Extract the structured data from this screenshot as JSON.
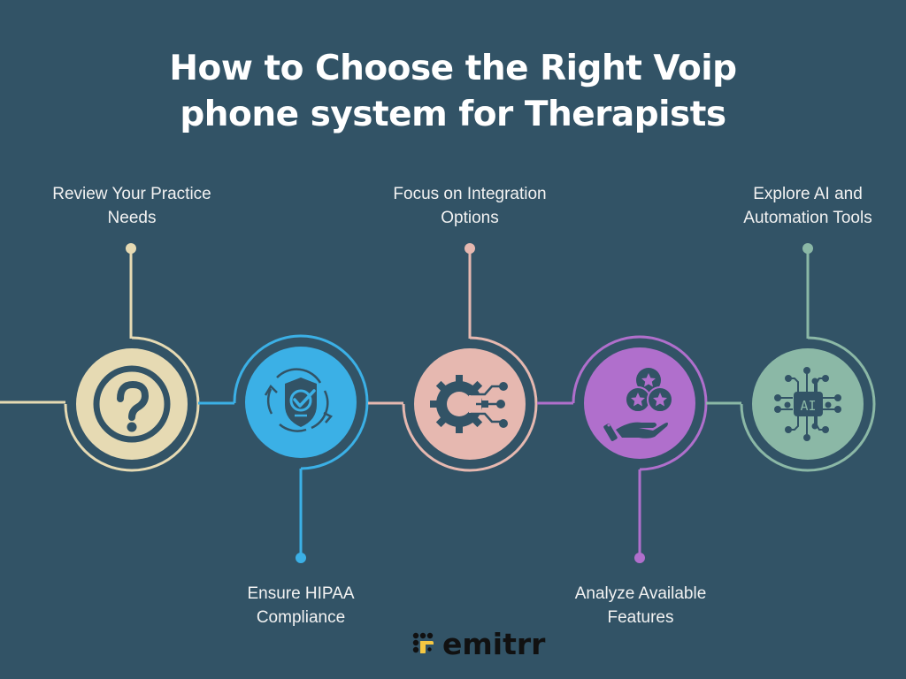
{
  "title": {
    "line1": "How to Choose the Right Voip",
    "line2": "phone system for Therapists"
  },
  "colors": {
    "background": "#325366",
    "step1": "#e6dab3",
    "step2": "#3bb0e6",
    "step3": "#e6b8b0",
    "step4": "#b06fcc",
    "step5": "#8bb8a6",
    "logo_yellow": "#f5c842",
    "logo_dark": "#111111"
  },
  "steps": [
    {
      "line1": "Review Your Practice",
      "line2": "Needs",
      "icon": "question-icon",
      "position": "top"
    },
    {
      "line1": "Ensure HIPAA",
      "line2": "Compliance",
      "icon": "shield-check-icon",
      "position": "bottom"
    },
    {
      "line1": "Focus on Integration",
      "line2": "Options",
      "icon": "gear-integration-icon",
      "position": "top"
    },
    {
      "line1": "Analyze Available",
      "line2": "Features",
      "icon": "hand-stars-icon",
      "position": "bottom"
    },
    {
      "line1": "Explore AI and",
      "line2": "Automation Tools",
      "icon": "ai-chip-icon",
      "position": "top"
    }
  ],
  "icons": {
    "step5_chip_text": "AI"
  },
  "logo": {
    "word": "emitrr"
  }
}
